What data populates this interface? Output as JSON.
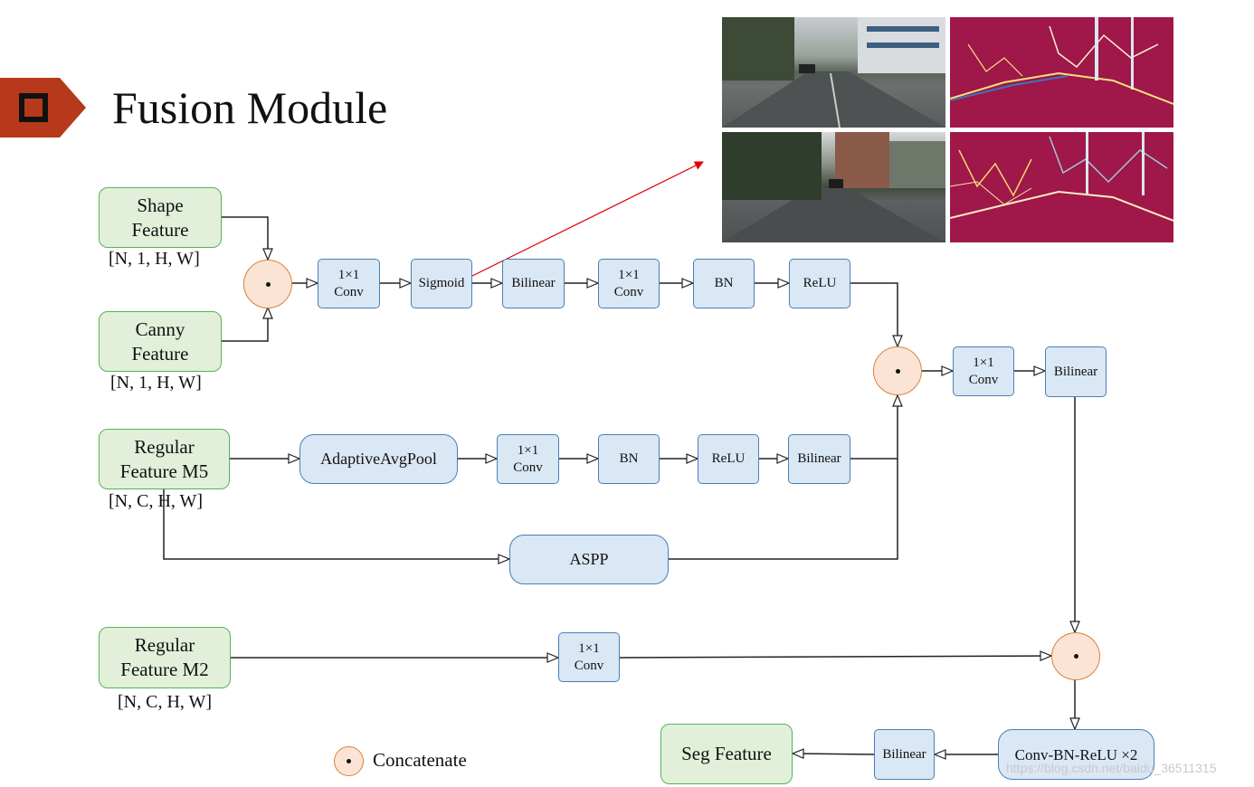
{
  "title": "Fusion Module",
  "colors": {
    "badge": "#b5391a",
    "green_fill": "#e2f0d9",
    "green_border": "#53b35a",
    "blue_fill": "#dae7f4",
    "blue_border": "#4a7fb5",
    "concat_fill": "#fbe4d5",
    "concat_border": "#d9823b",
    "highlight_arrow": "#e00000"
  },
  "inputs": {
    "shape": {
      "line1": "Shape",
      "line2": "Feature",
      "dims": "[N, 1, H, W]"
    },
    "canny": {
      "line1": "Canny",
      "line2": "Feature",
      "dims": "[N, 1, H, W]"
    },
    "m5": {
      "line1": "Regular",
      "line2": "Feature M5",
      "dims": "[N, C, H, W]"
    },
    "m2": {
      "line1": "Regular",
      "line2": "Feature M2",
      "dims": "[N, C, H, W]"
    }
  },
  "row1": {
    "conv": {
      "line1": "1×1",
      "line2": "Conv"
    },
    "sigmoid": "Sigmoid",
    "bilinear": "Bilinear",
    "conv2": {
      "line1": "1×1",
      "line2": "Conv"
    },
    "bn": "BN",
    "relu": "ReLU"
  },
  "row2": {
    "pool": "AdaptiveAvgPool",
    "conv": {
      "line1": "1×1",
      "line2": "Conv"
    },
    "bn": "BN",
    "relu": "ReLU",
    "bilinear": "Bilinear"
  },
  "aspp": "ASPP",
  "merge": {
    "conv": {
      "line1": "1×1",
      "line2": "Conv"
    },
    "bilinear": "Bilinear"
  },
  "m2_conv": {
    "line1": "1×1",
    "line2": "Conv"
  },
  "output": {
    "conv_bn_relu": "Conv-BN-ReLU ×2",
    "bilinear": "Bilinear",
    "seg": "Seg Feature"
  },
  "legend": {
    "concat": "Concatenate"
  },
  "watermark": "https://blog.csdn.net/baidu_36511315"
}
